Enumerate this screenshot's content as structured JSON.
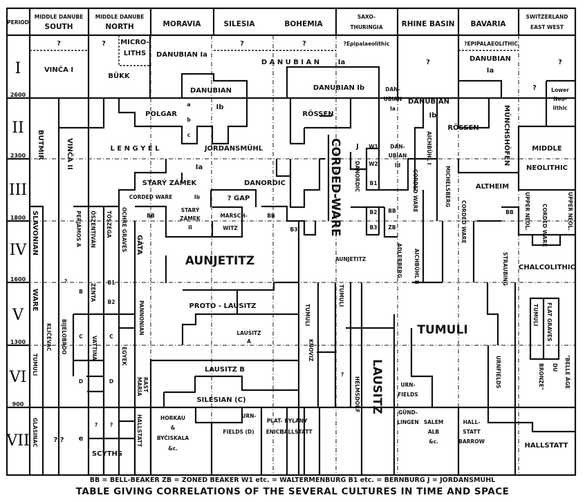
{
  "caption": {
    "key": "BB = BELL-BEAKER   ZB = ZONED BEAKER   W1 etc. = WALTERMENBURG   B1 etc. = BERNBURG   J = JORDANSMUHL",
    "title": "TABLE GIVING CORRELATIONS OF THE SEVERAL CULTURES IN TIME AND SPACE"
  },
  "headers": {
    "period": "PERIOD",
    "mds_1": "MIDDLE DANUBE",
    "mds_2": "SOUTH",
    "mdn_1": "MIDDLE DANUBE",
    "mdn_2": "NORTH",
    "moravia": "MORAVIA",
    "silesia": "SILESIA",
    "bohemia": "BOHEMIA",
    "saxo_1": "SAXO-",
    "saxo_2": "THURINGIA",
    "rhine": "RHINE BASIN",
    "bavaria": "BAVARIA",
    "swiss_1": "SWITZERLAND",
    "swiss_2": "EAST  WEST"
  },
  "periods": [
    "I",
    "II",
    "III",
    "IV",
    "V",
    "VI",
    "VII"
  ],
  "dates": [
    "2600",
    "2300",
    "1800",
    "1600",
    "1300",
    "900"
  ],
  "cells": {
    "q1": "?",
    "q2": "?",
    "q3": "?",
    "q4": "?",
    "q5": "?",
    "microliths_1": "MICRO-",
    "microliths_2": "LITHS",
    "epi_saxo": "?Epipalaeolithic",
    "epi_bavaria": "?EPIPALAEOLITHIC",
    "vinca1": "VINČA I",
    "bukk": "BÜKK",
    "danubian_1a_mor": "DANUBIAN Ia",
    "danubian_big": "D A N U B I A N",
    "danubian_big_1a": "Ia",
    "rhine_q": "?",
    "bav_danubian": "DANUBIAN",
    "bav_1a": "Ia",
    "swiss_q": "?",
    "swiss_q2": "?",
    "lower_1": "Lower",
    "lower_2": "Neo-",
    "lower_3": "lithic",
    "danubian_mor": "DANUBIAN",
    "danubian_1b_sax": "DANUBIAN Ib",
    "dan_1a_rhine_1": "DAN-",
    "dan_1a_rhine_2": "UBIAN",
    "dan_1a_rhine_3": "Ia",
    "danubian_rhine_1b": "DANUBIAN",
    "danubian_rhine_1b_b": "Ib",
    "polgar": "POLGAR",
    "polgar_a": "a",
    "polgar_b": "b",
    "polgar_c": "c",
    "mor_1b": "Ib",
    "rossen_sax": "RÖSSEN",
    "rossen_bav": "RÖSSEN",
    "munchshofen": "MÜNCHSHÖFEN",
    "butmir": "BUTMIR",
    "vinca2": "VINČA II",
    "lengyel": "L E N G Y E L",
    "jordansmuhl": "JORDANSMÜHL",
    "corded_ware_big": "CORDED-WARE",
    "j": "J",
    "w1": "W1",
    "w2": "W2",
    "b1": "B1",
    "b2": "B2",
    "b3": "B3",
    "b3b": "B3",
    "danordic_small": "DANORDIC",
    "dan_1d_1": "DAN-",
    "dan_1d_2": "UBIAN",
    "dan_1d_3": "Id",
    "aichbuhl1": "AICHBÜHL I",
    "aichbuhl2": "AICHBÜHL II",
    "middle": "MIDDLE",
    "neolithic": "NEOLITHIC",
    "sil_1a": "Ia",
    "stary_zamek": "STARÝ ZÁMEK",
    "danordic": "DANORDIC",
    "corded_ware_mor": "CORDED WARE",
    "mor_1b2": "Ib",
    "gap": "? GAP",
    "corded_ware_rhine": "CORDED WARE",
    "michelsberg": "MICHELSBERG",
    "corded_ware_rhine2": "CORDED WARE",
    "altheim": "ALTHEIM",
    "upper_neol_1": "UPPER NEOL.",
    "upper_neol_2": "UPPER NEOL.",
    "corded_ware_swiss": "CORDED WARE",
    "bb1": "BB",
    "bb2": "BB",
    "bb3": "BB",
    "bb4": "BB",
    "zb": "ZB",
    "stary2_1": "STARÝ",
    "stary2_2": "ZÁMEK",
    "stary2_3": "II",
    "marsch_1": "MARSCH-",
    "marsch_2": "WITZ",
    "slavonian": "SLAVONIAN",
    "ware": "WARE",
    "perjamos": "PERJÁMOS A",
    "oszentivan": "ÖSZENTIVÁN",
    "toszeg": "TÓSZEGA",
    "ochre": "OCHRE GRAVES",
    "gata": "GÁTA",
    "aunjetitz": "AUNJETITZ",
    "aunjetitz_small": "AUNJETITZ",
    "adlerberg": "ADLERBERG",
    "straubing": "STRAUBING",
    "chalcolithic": "CHALCOLITHIC",
    "q_mid": "?",
    "per_b": "B",
    "zenta": "ZENTA",
    "tos_b1": "B1",
    "tos_b2": "B2",
    "proto_lausitz": "PROTO - LAUSITZ",
    "tumuli_boh": "TUMULI",
    "tumuli_sax": "TUMULI",
    "tumuli_big": "TUMULI",
    "tumuli_swiss": "TUMULI",
    "flat_graves": "FLAT GRAVES",
    "pannonian": "PANNONIAN",
    "lausitz_a_1": "LAUSITZ",
    "lausitz_a_2": "A",
    "kli": "KLIČEVAC",
    "bje": "BIJELOBRDO",
    "per_c": "C",
    "vattina": "VATTINA",
    "tos_c": "C",
    "egyek": "EGYEK",
    "tumuli_mds": "TUMULI",
    "knoviz": "KNOVIZ",
    "belle": "\"BELLE ÂGE",
    "du": "DU",
    "bronze": "BRONZE\"",
    "lausitz_b": "LAUSITZ B",
    "q_sax": "?",
    "helmsdorf": "HELMSDORF",
    "lausitz_big": "LAUSITZ",
    "urnfields_rh_1": "URN-",
    "urnfields_rh_2": "FIELDS",
    "urnfields_bav": "URNFIELDS",
    "per_d": "D",
    "tos_d": "D",
    "maria_1": "MARIA",
    "maria_2": "RAST",
    "silesian": "SILESIAN  (C)",
    "glasinac": "GLASINAC",
    "qq": "?  ?",
    "e": "e",
    "q7a": "?",
    "q7b": "?",
    "scyths": "SCYTHS",
    "hallstatt_v": "HALLSTATT",
    "horkau_1": "HORKAU",
    "horkau_2": "&",
    "horkau_3": "BYČISKALA",
    "horkau_4": "&c.",
    "urn_d_1": "URN-",
    "urn_d_2": "FIELDS (D)",
    "plat_1": "PLAT-",
    "plat_2": "ENICE",
    "bylany_1": "BYLANY",
    "bylany_2": "HALLSTATT",
    "gund_1": "GÜND-",
    "gund_2": "LINGEN",
    "salem_1": "SALEM",
    "salem_2": "ALB",
    "salem_3": "&c.",
    "hall_b_1": "HALL-",
    "hall_b_2": "STATT",
    "hall_b_3": "BARROW",
    "hallstatt_swiss": "HALLSTATT"
  }
}
